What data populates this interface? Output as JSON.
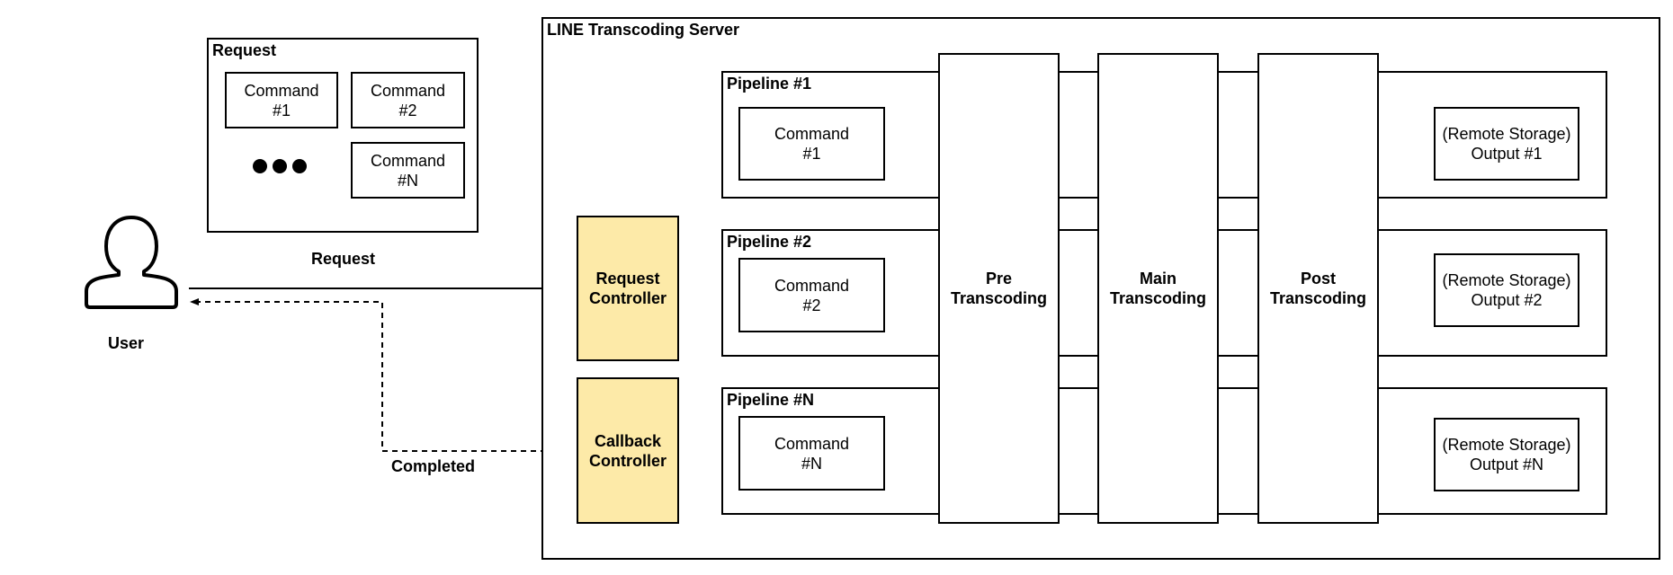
{
  "server_title": "LINE Transcoding Server",
  "request_panel": {
    "title": "Request",
    "commands": [
      "Command\n#1",
      "Command\n#2",
      "Command\n#N"
    ],
    "caption": "Request"
  },
  "user": {
    "label": "User"
  },
  "edges": {
    "completed": "Completed"
  },
  "controllers": {
    "request": "Request\nController",
    "callback": "Callback\nController"
  },
  "pipelines": [
    {
      "title": "Pipeline #1",
      "command": "Command\n#1",
      "output": "(Remote Storage)\nOutput #1"
    },
    {
      "title": "Pipeline #2",
      "command": "Command\n#2",
      "output": "(Remote Storage)\nOutput #2"
    },
    {
      "title": "Pipeline #N",
      "command": "Command\n#N",
      "output": "(Remote Storage)\nOutput #N"
    }
  ],
  "stages": {
    "pre": "Pre\nTranscoding",
    "main": "Main\nTranscoding",
    "post": "Post\nTranscoding"
  }
}
